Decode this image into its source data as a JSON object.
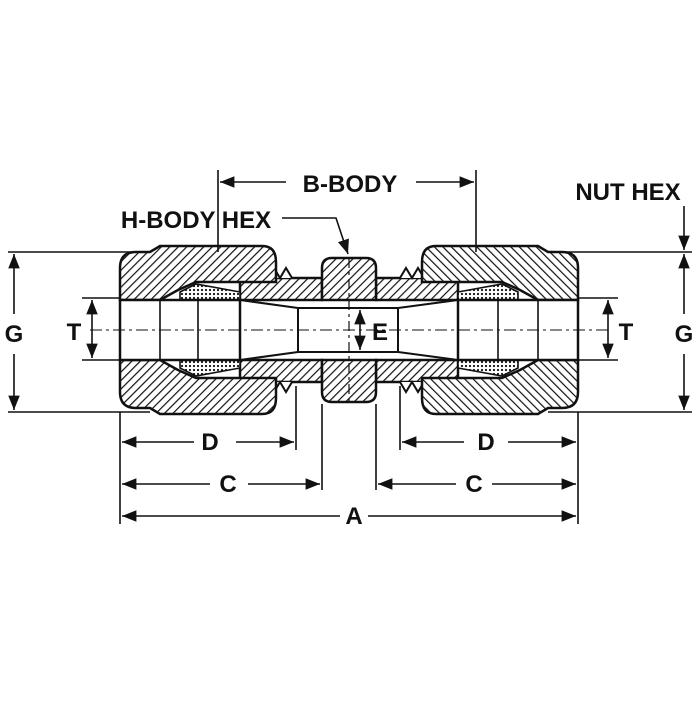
{
  "diagram": {
    "labels": {
      "b_body": "B-BODY",
      "nut_hex": "NUT HEX",
      "h_body_hex": "H-BODY HEX",
      "g_left": "G",
      "g_right": "G",
      "t_left": "T",
      "t_right": "T",
      "e": "E",
      "d_left": "D",
      "d_right": "D",
      "c_left": "C",
      "c_right": "C",
      "a": "A"
    },
    "colors": {
      "ink": "#111111",
      "background": "#ffffff"
    }
  }
}
